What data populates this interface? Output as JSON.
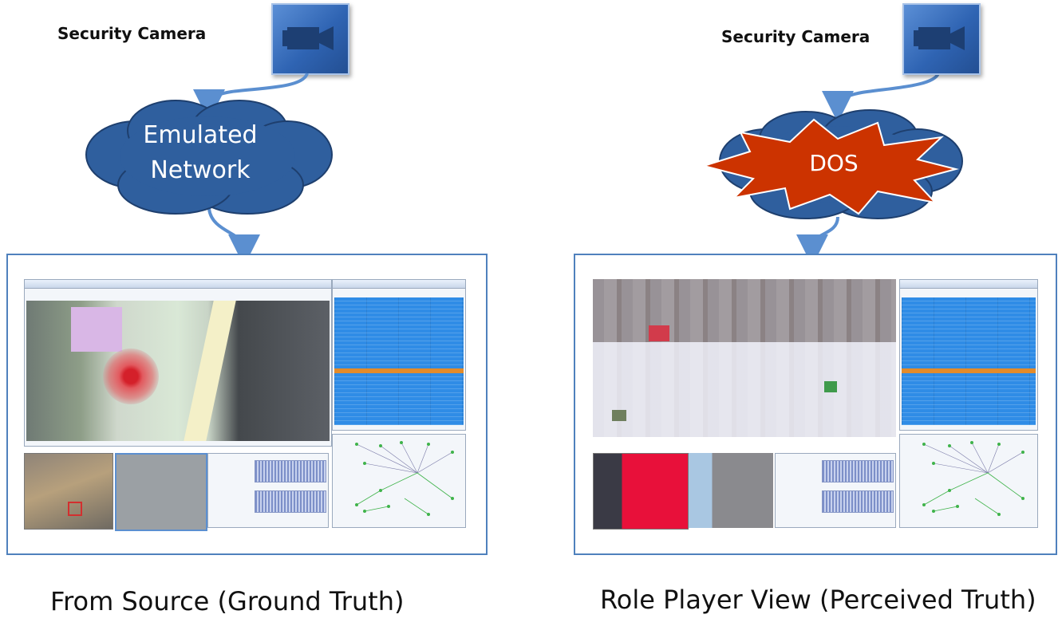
{
  "left": {
    "camera_label": "Security Camera",
    "camera_icon": "video-camera-icon",
    "cloud_line1": "Emulated",
    "cloud_line2": "Network",
    "caption": "From Source (Ground Truth)"
  },
  "right": {
    "camera_label": "Security Camera",
    "camera_icon": "video-camera-icon",
    "attack_label": "DOS",
    "caption": "Role Player View (Perceived Truth)"
  },
  "colors": {
    "cloud": "#2f5f9e",
    "camera": "#3a6fc0",
    "panel_border": "#4f81bd",
    "dos": "#cc3300",
    "arrow": "#5b8fd0"
  }
}
